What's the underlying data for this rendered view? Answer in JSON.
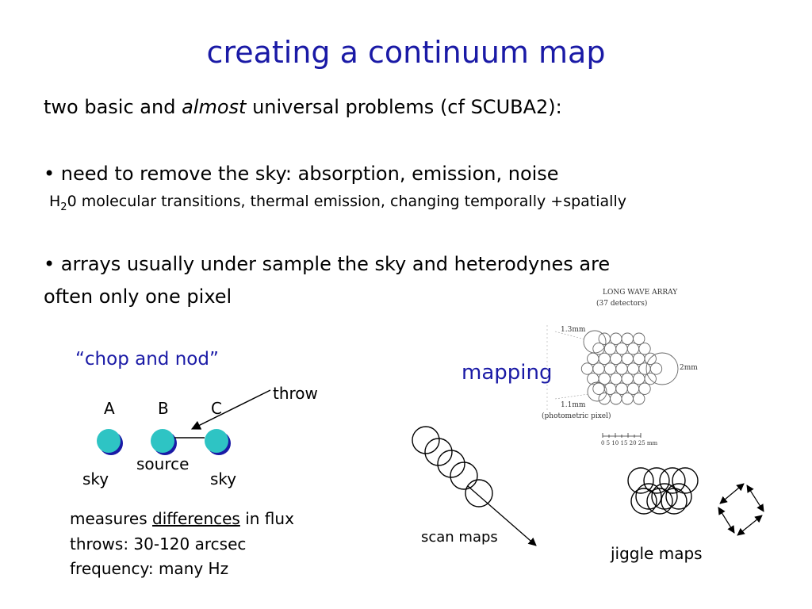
{
  "title": "creating a continuum map",
  "intro": {
    "pre": "two basic and ",
    "emph": "almost",
    "post": " universal problems (cf SCUBA2):"
  },
  "bullet1": {
    "glyph": "•",
    "text": "need to remove the sky: absorption, emission, noise"
  },
  "sub1": {
    "pre": "H",
    "sub": "2",
    "post": "0 molecular transitions, thermal emission, changing temporally +spatially"
  },
  "bullet2": {
    "glyph": "•",
    "line1": "arrays usually under sample the sky and heterodynes are",
    "line2": "often only one pixel"
  },
  "chop": {
    "heading": "“chop and nod”",
    "throw": "throw",
    "label_a": "A",
    "label_b": "B",
    "label_c": "C",
    "star": "★",
    "source": "source",
    "sky_left": "sky",
    "sky_right": "sky",
    "notes": {
      "measures_pre": "measures ",
      "measures_under": "differences",
      "measures_post": " in flux",
      "throws": "throws: 30-120 arcsec",
      "frequency": "frequency: many Hz"
    }
  },
  "mapping": {
    "heading": "mapping",
    "array_title": "LONG WAVE ARRAY",
    "array_sub": "(37 detectors)",
    "lbl_13mm": "1.3mm",
    "lbl_2mm": "2mm",
    "lbl_11mm": "1.1mm",
    "photometric": "(photometric pixel)",
    "scale_labels": "0   5  10  15  20  25   mm",
    "scan": "scan maps",
    "jiggle": "jiggle maps"
  },
  "colors": {
    "title_blue": "#1a1aa6",
    "disk_fill": "#2ec4c4",
    "disk_shadow": "#1a1aa6"
  }
}
